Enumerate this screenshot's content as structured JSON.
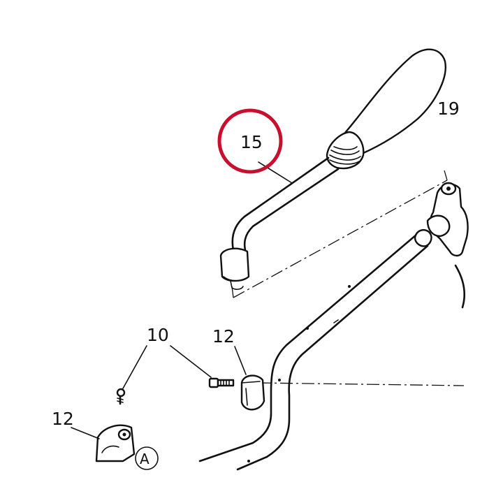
{
  "diagram": {
    "callouts": {
      "part_19": "19",
      "part_15": "15",
      "part_12_a": "12",
      "part_10": "10",
      "part_12_b": "12",
      "ref_a": "A"
    },
    "highlight": {
      "target": "15",
      "color": "#c8102e"
    },
    "line_color": "#111111"
  }
}
